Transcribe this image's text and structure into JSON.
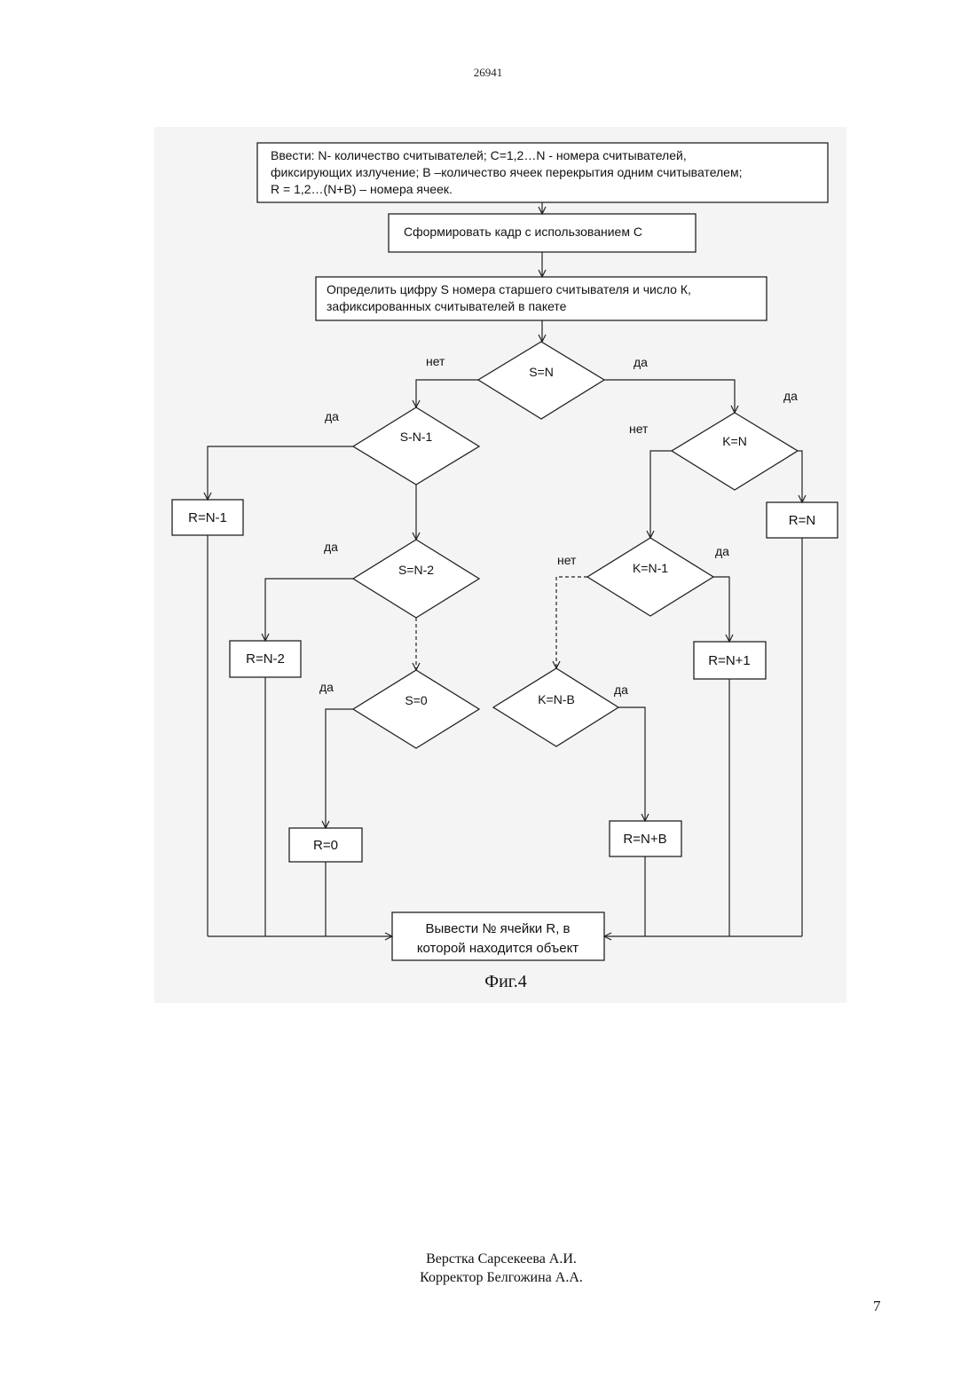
{
  "header": {
    "document_number": "26941"
  },
  "flowchart": {
    "input_box": [
      "Ввести: N- количество считывателей; С=1,2…N - номера считывателей,",
      "фиксирующих излучение; В –количество ячеек перекрытия одним считывателем;",
      "R = 1,2…(N+B) – номера ячеек."
    ],
    "form_frame_box": "Сформировать кадр с использованием  С",
    "determine_box": [
      "Определить цифру S номера старшего считывателя и число К,",
      "зафиксированных  считывателей в пакете"
    ],
    "decisions": {
      "s_eq_n": "S=N",
      "s_n_1": "S-N-1",
      "s_n_2": "S=N-2",
      "s_0": "S=0",
      "k_eq_n": "K=N",
      "k_n_1": "K=N-1",
      "k_n_b": "K=N-B"
    },
    "results": {
      "r_n_1": "R=N-1",
      "r_n_2": "R=N-2",
      "r_0": "R=0",
      "r_n": "R=N",
      "r_n_plus_1": "R=N+1",
      "r_n_plus_b": "R=N+B"
    },
    "output_box": [
      "Вывести № ячейки R, в",
      "которой находится объект"
    ],
    "labels": {
      "yes": "да",
      "no": "нет"
    }
  },
  "figure_caption": "Фиг.4",
  "credits": [
    "Верстка Сарсекеева А.И.",
    "Корректор Белгожина А.А."
  ],
  "page_corner_number": "7"
}
